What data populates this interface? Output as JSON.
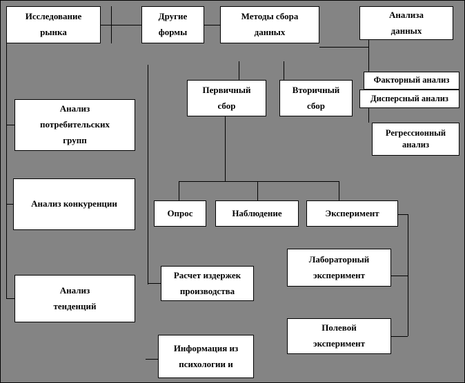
{
  "figure": {
    "type": "flow-diagram",
    "colors": {
      "background": "#848484",
      "box_fill": "#ffffff",
      "box_border": "#000000",
      "connector_line": "#000000",
      "text": "#000000"
    }
  },
  "boxes": [
    {
      "name": "market-research",
      "label": "Исследование\nрынка"
    },
    {
      "name": "other-forms",
      "label": "Другие\nформы"
    },
    {
      "name": "data-collection-methods",
      "label": "Методы сбора\nданных"
    },
    {
      "name": "data-analysis",
      "label": "Анализа\nданных"
    },
    {
      "name": "primary-collection",
      "label": "Первичный\nсбор"
    },
    {
      "name": "secondary-collection",
      "label": "Вторичный\nсбор"
    },
    {
      "name": "factor-analysis",
      "label": "Факторный анализ"
    },
    {
      "name": "dispersion-analysis",
      "label": "Дисперсный анализ"
    },
    {
      "name": "regression-analysis",
      "label": "Регрессионный\nанализ"
    },
    {
      "name": "consumer-groups-analysis",
      "label": "Анализ\nпотребительских\nгрупп"
    },
    {
      "name": "competition-analysis",
      "label": "Анализ конкуренции"
    },
    {
      "name": "trend-analysis",
      "label": "Анализ\nтенденций"
    },
    {
      "name": "survey",
      "label": "Опрос"
    },
    {
      "name": "observation",
      "label": "Наблюдение"
    },
    {
      "name": "experiment",
      "label": "Эксперимент"
    },
    {
      "name": "production-cost-calculation",
      "label": "Расчет издержек\nпроизводства"
    },
    {
      "name": "laboratory-experiment",
      "label": "Лабораторный\nэксперимент"
    },
    {
      "name": "field-experiment",
      "label": "Полевой\nэксперимент"
    },
    {
      "name": "psychology-information",
      "label": "Информация из\nпсихологии и"
    }
  ]
}
